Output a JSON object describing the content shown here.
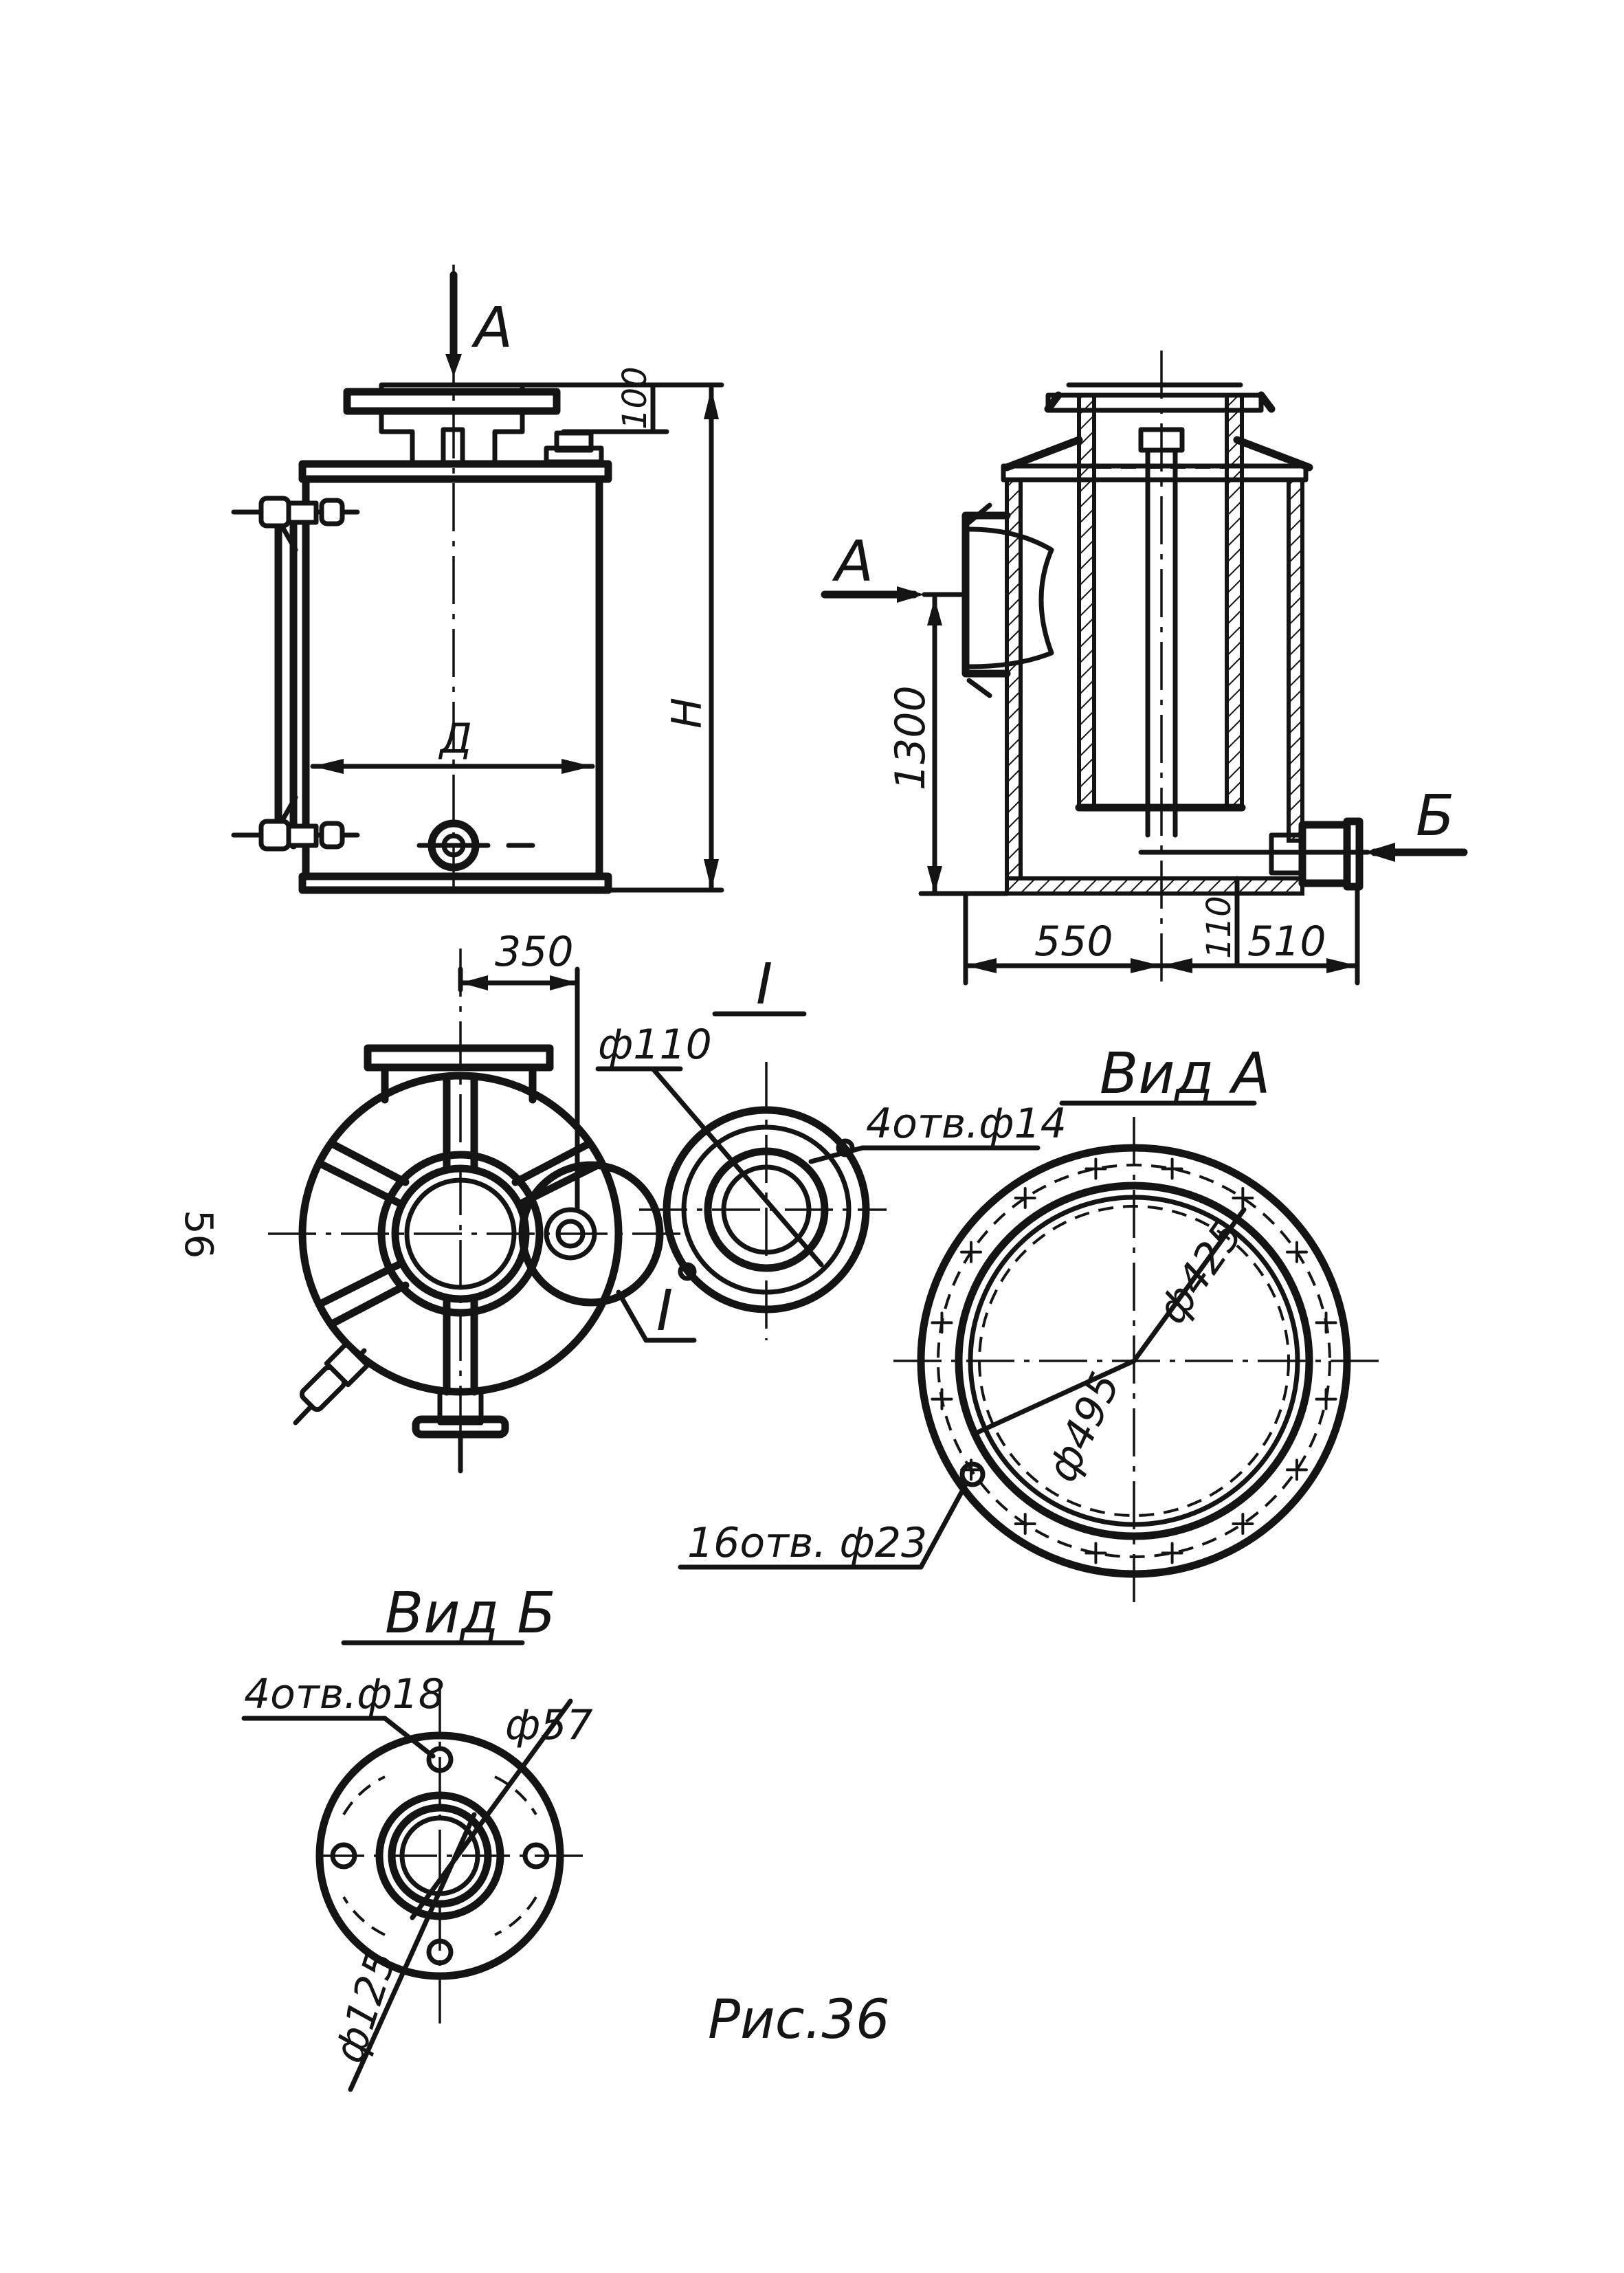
{
  "page_number": "56",
  "caption": "Рис.36",
  "front_view": {
    "section_mark": "А",
    "dim_top": "100",
    "dim_height": "Н",
    "dim_diameter": "Д"
  },
  "section_view": {
    "arrow_a": "А",
    "arrow_b": "Б",
    "dim_1300": "1300",
    "dim_550": "550",
    "dim_110": "110",
    "dim_510": "510"
  },
  "plan_view": {
    "dim_350": "350",
    "detail_callout": "I"
  },
  "detail_view": {
    "title": "I",
    "dim_phi110": "ф110",
    "holes": "4отв.ф14"
  },
  "view_a": {
    "title": "Вид А",
    "dim_phi425": "ф425",
    "dim_phi495": "ф495",
    "holes": "16отв. ф23"
  },
  "view_b": {
    "title": "Вид Б",
    "holes": "4отв.ф18",
    "dim_phi57": "ф57",
    "dim_phi125": "ф125"
  }
}
